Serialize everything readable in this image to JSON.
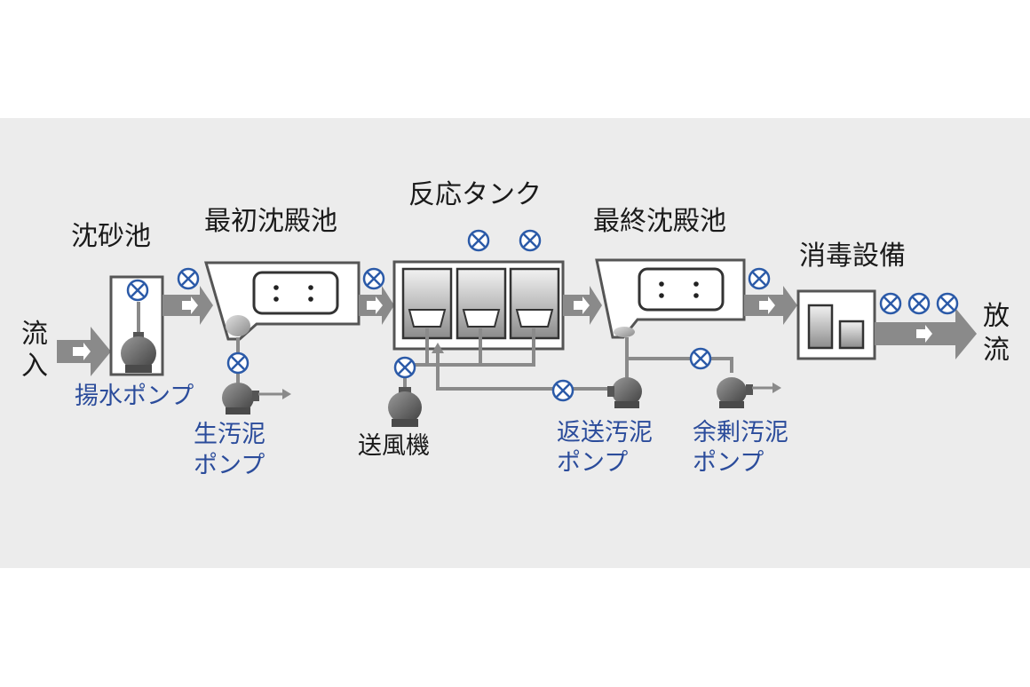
{
  "stages": {
    "grit_chamber": "沈砂池",
    "primary_settling": "最初沈殿池",
    "reaction_tank": "反応タンク",
    "final_settling": "最終沈殿池",
    "disinfection": "消毒設備"
  },
  "flow": {
    "inflow": [
      "流",
      "入"
    ],
    "outflow": [
      "放",
      "流"
    ]
  },
  "equipment": {
    "lift_pump": "揚水ポンプ",
    "raw_sludge_pump": [
      "生汚泥",
      "ポンプ"
    ],
    "blower": "送風機",
    "return_sludge_pump": [
      "返送汚泥",
      "ポンプ"
    ],
    "excess_sludge_pump": [
      "余剰汚泥",
      "ポンプ"
    ]
  },
  "colors": {
    "panel_background": "#ececec",
    "equipment_label": "#2b4c9b",
    "sensor": "#2b5aa8",
    "flow_arrow": "#8a8a8a",
    "equipment_body": "#555555"
  },
  "icons": {
    "sensor": "measurement-sensor-icon",
    "pump": "pump-icon",
    "flow": "flow-arrow-icon"
  }
}
